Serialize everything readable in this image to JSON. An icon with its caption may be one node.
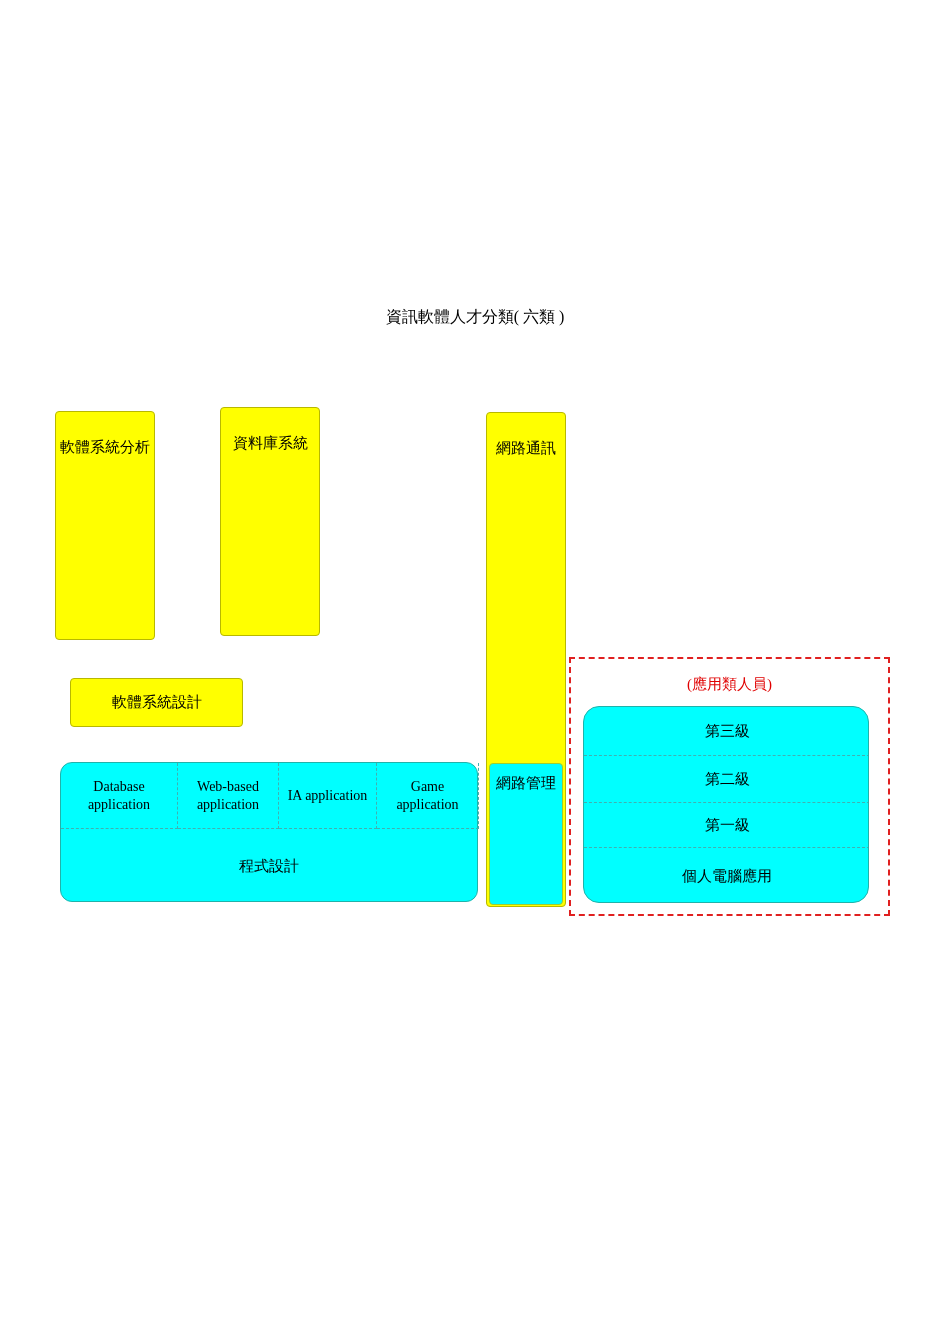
{
  "diagram": {
    "title": "資訊軟體人才分類( 六類 )",
    "nodes": [
      {
        "text": [
          "軟體系統分析"
        ]
      },
      {
        "text": [
          "資料庫系統"
        ]
      },
      {
        "text": [
          "網路通訊"
        ]
      },
      {
        "text": [
          "網路管理"
        ],
        "in": 2
      },
      {
        "text": [
          "軟體系統設計"
        ]
      },
      {
        "text": [
          "程式設計"
        ]
      },
      {
        "text": [
          "Database application"
        ],
        "in": 5
      },
      {
        "text": [
          "Web-based application"
        ],
        "in": 5
      },
      {
        "text": [
          "IA application"
        ],
        "in": 5
      },
      {
        "text": [
          "Game application"
        ],
        "in": 5
      },
      {
        "text": [
          "(應用類人員)"
        ]
      },
      {
        "text": [],
        "shape": "box",
        "in": 10
      },
      {
        "text": [
          "第三級"
        ],
        "in": 11
      },
      {
        "text": [
          "第二級"
        ],
        "in": 11
      },
      {
        "text": [
          "第一級"
        ],
        "in": 11
      },
      {
        "text": [
          "個人電腦應用"
        ],
        "in": 11
      }
    ],
    "edges": []
  }
}
